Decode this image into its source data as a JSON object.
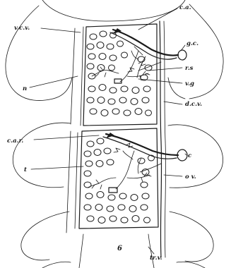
{
  "figure": {
    "number": "6",
    "labels": {
      "ca": "c.a.",
      "vcv": "v.c.v.",
      "gc": "g.c.",
      "n": "n",
      "rs": "r.s",
      "vg": "v.g",
      "dcv": "d.c.v.",
      "car": "c.a.r.",
      "c": "c",
      "t": "t",
      "ov": "o v.",
      "trv": "tr.v."
    }
  }
}
